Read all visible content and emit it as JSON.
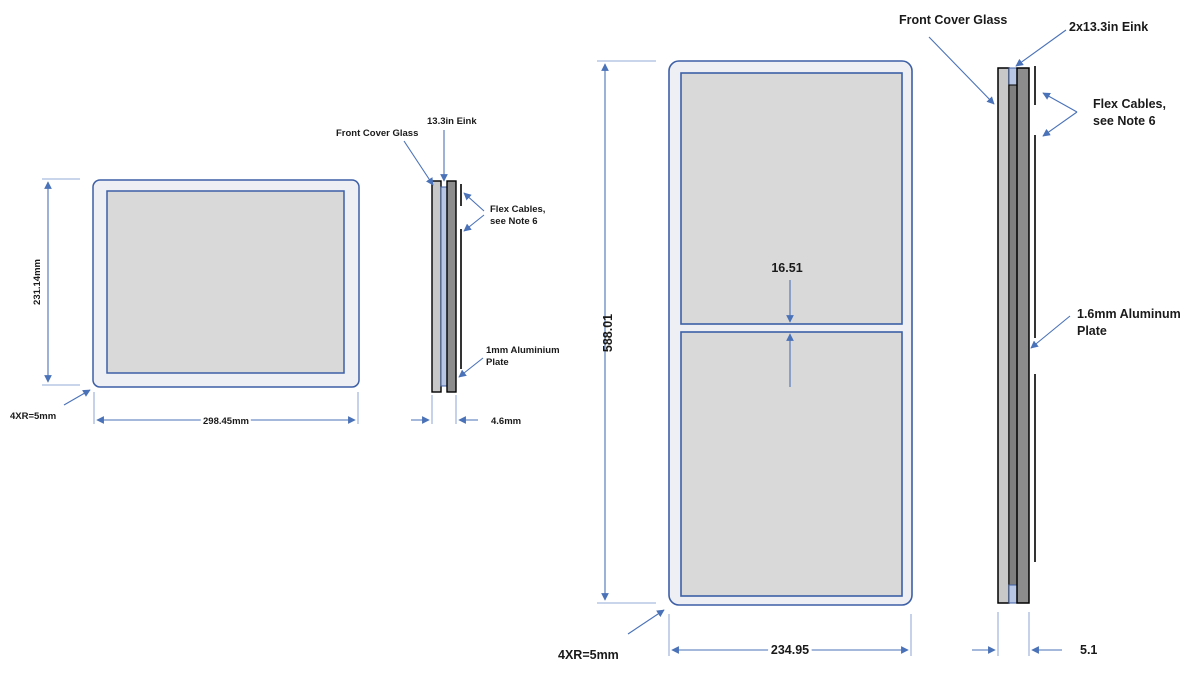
{
  "small_panel": {
    "height_label": "231.14mm",
    "width_label": "298.45mm",
    "radius_label": "4XR=5mm",
    "eink_label": "13.3in Eink",
    "glass_label": "Front Cover Glass",
    "cables_label_line1": "Flex Cables,",
    "cables_label_line2": "see Note 6",
    "plate_label_line1": "1mm Aluminium",
    "plate_label_line2": "Plate",
    "thickness_label": "4.6mm"
  },
  "large_panel": {
    "height_label": "588.01",
    "width_label": "234.95",
    "radius_label": "4XR=5mm",
    "gap_label": "16.51",
    "glass_label": "Front Cover Glass",
    "eink_label": "2x13.3in Eink",
    "cables_label_line1": "Flex Cables,",
    "cables_label_line2": "see Note 6",
    "plate_label_line1": "1.6mm Aluminum",
    "plate_label_line2": "Plate",
    "thickness_label": "5.1"
  },
  "colors": {
    "frame_fill": "#eeeff4",
    "screen_fill": "#d9d9d9",
    "outline_blue": "#3d5fa6",
    "dimension_blue": "#4a72b8",
    "plate_gray": "#8c8c8c",
    "glass_gray": "#c8c8c8",
    "eink_blue": "#b8c6e6"
  }
}
